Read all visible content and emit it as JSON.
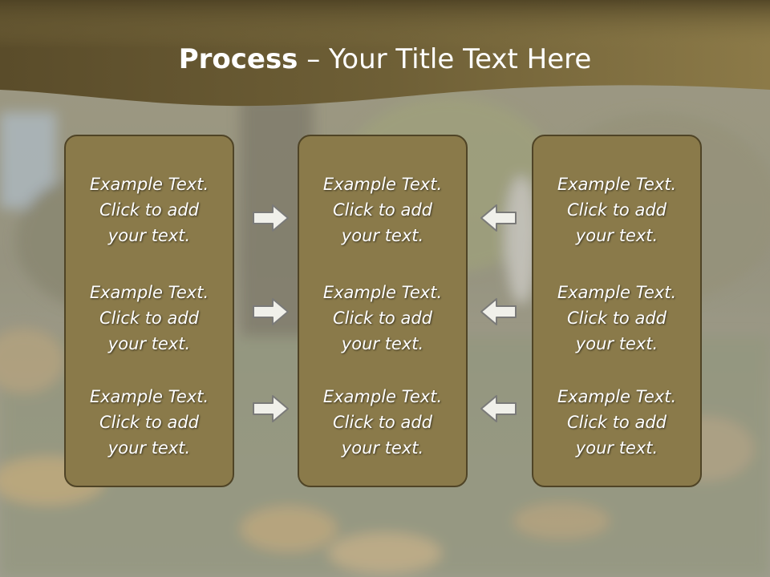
{
  "title": {
    "bold": "Process",
    "rest": " – Your Title Text Here"
  },
  "colors": {
    "header_band": "#6e5f36",
    "panel_fill": "#8a7a4a",
    "panel_border": "#4f4426",
    "arrow_fill": "#f0f0ea",
    "arrow_stroke": "#7a7a78"
  },
  "columns": [
    {
      "items": [
        {
          "line1": "Example Text.",
          "line2": "Click  to add",
          "line3": "your text."
        },
        {
          "line1": "Example Text.",
          "line2": "Click  to add",
          "line3": "your text."
        },
        {
          "line1": "Example Text.",
          "line2": "Click  to add",
          "line3": "your text."
        }
      ]
    },
    {
      "items": [
        {
          "line1": "Example Text.",
          "line2": "Click  to add",
          "line3": "your text."
        },
        {
          "line1": "Example Text.",
          "line2": "Click  to add",
          "line3": "your text."
        },
        {
          "line1": "Example Text.",
          "line2": "Click  to add",
          "line3": "your text."
        }
      ]
    },
    {
      "items": [
        {
          "line1": "Example Text.",
          "line2": "Click  to add",
          "line3": "your text."
        },
        {
          "line1": "Example Text.",
          "line2": "Click  to add",
          "line3": "your text."
        },
        {
          "line1": "Example Text.",
          "line2": "Click  to add",
          "line3": "your text."
        }
      ]
    }
  ],
  "icons": {
    "right_arrow": "right-arrow-icon",
    "left_arrow": "left-arrow-icon"
  }
}
